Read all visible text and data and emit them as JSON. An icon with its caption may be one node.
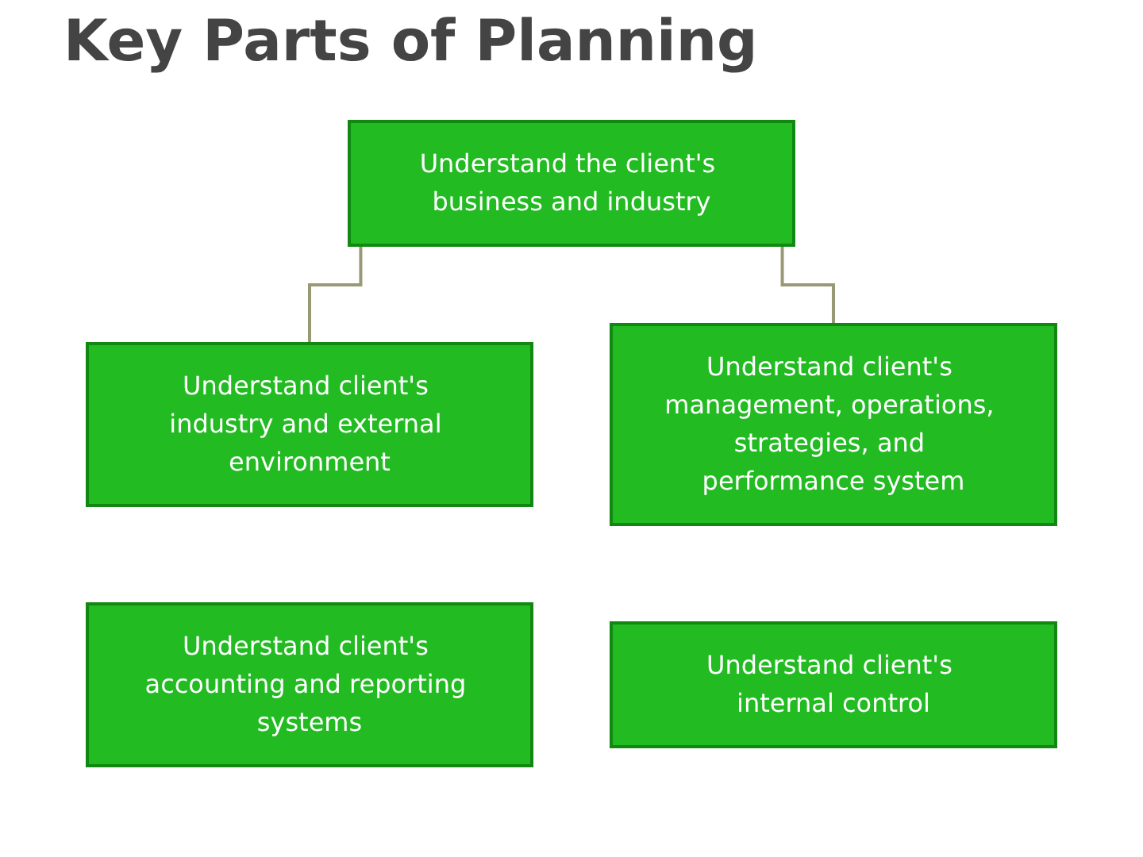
{
  "diagram": {
    "title": "Key Parts of Planning",
    "nodes": [
      {
        "text": [
          "Understand the client's business and industry"
        ]
      },
      {
        "text": [
          "Understand client's industry and external environment"
        ]
      },
      {
        "text": [
          "Understand client's management, operations, strategies, and performance system"
        ]
      },
      {
        "text": [
          "Understand client's accounting and reporting systems"
        ]
      },
      {
        "text": [
          "Understand client's internal control"
        ]
      }
    ],
    "edges": [
      {
        "from": 0,
        "to": 1,
        "arrow": "none"
      },
      {
        "from": 0,
        "to": 2,
        "arrow": "none"
      }
    ]
  }
}
